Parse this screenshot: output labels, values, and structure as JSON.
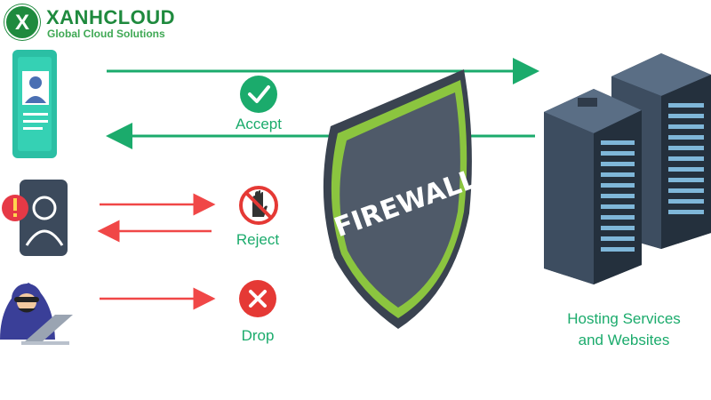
{
  "brand": {
    "name": "XANHCLOUD",
    "tagline": "Global Cloud Solutions",
    "mark": "X"
  },
  "firewall": {
    "label": "FIREWALL"
  },
  "flows": [
    {
      "label": "Accept",
      "icon": "check-circle-icon",
      "color": "#1bab6c"
    },
    {
      "label": "Reject",
      "icon": "stop-hand-icon",
      "color": "#e53935"
    },
    {
      "label": "Drop",
      "icon": "x-circle-icon",
      "color": "#e53935"
    }
  ],
  "actors": [
    {
      "icon": "user-id-card-icon"
    },
    {
      "icon": "alert-user-icon"
    },
    {
      "icon": "hacker-laptop-icon"
    }
  ],
  "destination": {
    "line1": "Hosting Services",
    "line2": "and Websites",
    "icon": "server-rack-icon"
  },
  "colors": {
    "accept": "#1bab6c",
    "reject": "#f04747",
    "shield_body": "#4f5a69",
    "shield_rim": "#8bc53f",
    "server": "#3d4d60"
  }
}
